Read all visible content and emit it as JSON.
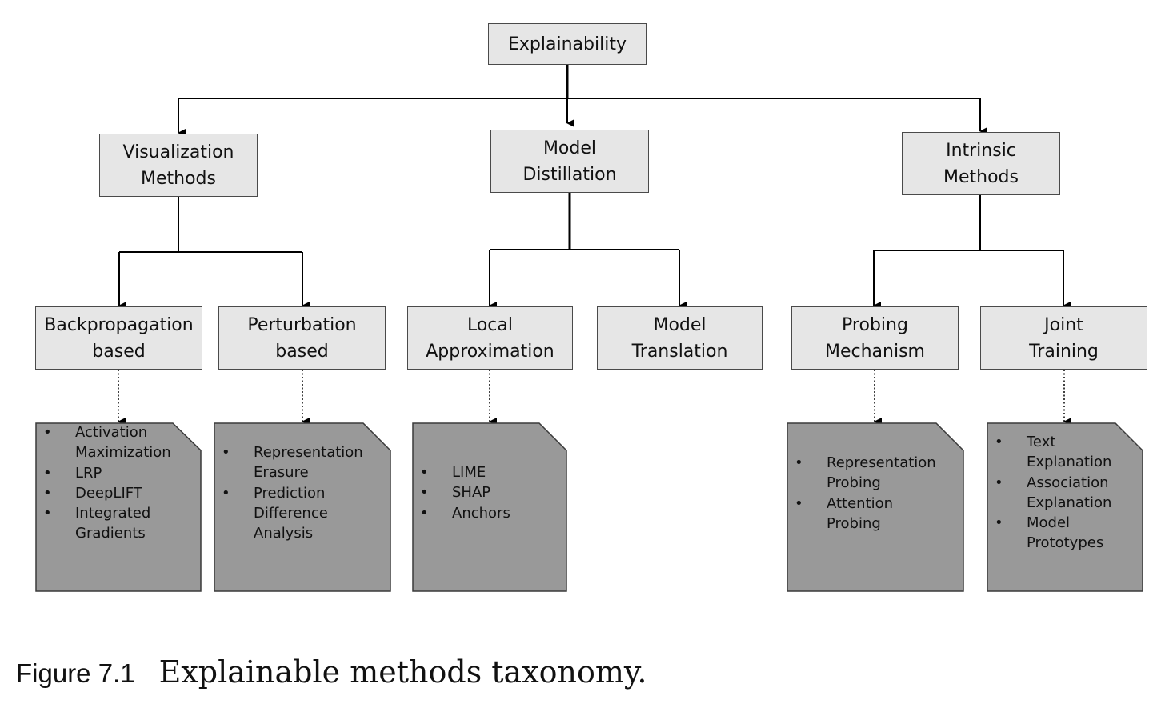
{
  "root": {
    "label": "Explainability"
  },
  "categories": [
    {
      "lines": [
        "Visualization",
        "Methods"
      ]
    },
    {
      "lines": [
        "Model",
        "Distillation"
      ]
    },
    {
      "lines": [
        "Intrinsic",
        "Methods"
      ]
    }
  ],
  "methods": [
    {
      "lines": [
        "Backpropagation",
        "based"
      ]
    },
    {
      "lines": [
        "Perturbation",
        "based"
      ]
    },
    {
      "lines": [
        "Local",
        "Approximation"
      ]
    },
    {
      "lines": [
        "Model",
        "Translation"
      ]
    },
    {
      "lines": [
        "Probing",
        "Mechanism"
      ]
    },
    {
      "lines": [
        "Joint",
        "Training"
      ]
    }
  ],
  "notes": [
    {
      "items": [
        [
          "Activation",
          "Maximization"
        ],
        [
          "LRP"
        ],
        [
          "DeepLIFT"
        ],
        [
          "Integrated",
          "Gradients"
        ]
      ]
    },
    {
      "items": [
        [
          "Representation",
          "Erasure"
        ],
        [
          "Prediction",
          "Difference",
          "Analysis"
        ]
      ]
    },
    {
      "items": [
        [
          "LIME"
        ],
        [
          "SHAP"
        ],
        [
          "Anchors"
        ]
      ]
    },
    {
      "items": [
        [
          "Representation",
          "Probing"
        ],
        [
          "Attention",
          "Probing"
        ]
      ]
    },
    {
      "items": [
        [
          "Text",
          "Explanation"
        ],
        [
          "Association",
          "Explanation"
        ],
        [
          "Model",
          "Prototypes"
        ]
      ]
    }
  ],
  "caption": {
    "label": "Figure 7.1",
    "text": "Explainable methods taxonomy."
  },
  "colors": {
    "box_fill": "#e6e6e6",
    "note_fill": "#999999",
    "line": "#000000"
  }
}
